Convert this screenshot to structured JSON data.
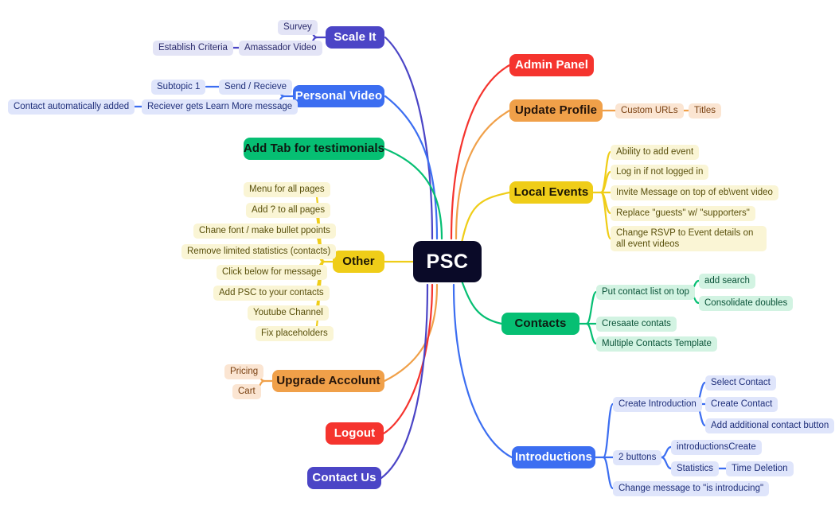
{
  "diagram": {
    "type": "mindmap",
    "title": "PSC",
    "root": {
      "label": "PSC",
      "color": "#0a0a28"
    }
  },
  "branches": {
    "scale_it": {
      "label": "Scale It",
      "color": "#4b45c6"
    },
    "personal_video": {
      "label": "Personal Video",
      "color": "#3c6ef1"
    },
    "add_tab": {
      "label": "Add Tab for testimonials",
      "color": "#06bf73"
    },
    "other": {
      "label": "Other",
      "color": "#efcd18"
    },
    "upgrade_account": {
      "label": "Upgrade Accolunt",
      "color": "#f0a049"
    },
    "logout": {
      "label": "Logout",
      "color": "#f5342e"
    },
    "contact_us": {
      "label": "Contact Us",
      "color": "#4b45c6"
    },
    "admin_panel": {
      "label": "Admin Panel",
      "color": "#f5342e"
    },
    "update_profile": {
      "label": "Update Profile",
      "color": "#f0a049"
    },
    "local_events": {
      "label": "Local Events",
      "color": "#efcd18"
    },
    "contacts": {
      "label": "Contacts",
      "color": "#06bf73"
    },
    "introductions": {
      "label": "Introductions",
      "color": "#3c6ef1"
    }
  },
  "subnodes": {
    "survey": "Survey",
    "amassador_video": "Amassador Video",
    "establish_criteria": "Establish Criteria",
    "subtopic_1": "Subtopic 1",
    "send_recieve": "Send / Recieve",
    "reciever_learn_more": "Reciever gets Learn More message",
    "contact_auto_added": "Contact automatically added",
    "menu_all_pages": "Menu for all pages",
    "add_q_all_pages": "Add ? to all pages",
    "chane_font": "Chane font / make bullet ppoints",
    "remove_limited_stats": "Remove limited statistics (contacts)",
    "click_below": "Click below for message",
    "add_psc_contacts": "Add PSC to your contacts",
    "youtube_channel": "Youtube Channel",
    "fix_placeholders": "Fix placeholders",
    "pricing": "Pricing",
    "cart": "Cart",
    "custom_urls": "Custom URLs",
    "titles": "Titles",
    "ability_add_event": "Ability to add event",
    "log_in_if_not": "Log in if not logged in",
    "invite_message": "Invite Message on top of eb\\vent video",
    "replace_guests": "Replace \"guests\" w/ \"supporters\"",
    "change_rsvp": "Change RSVP to Event details on all event videos",
    "put_contact_list": "Put contact list on top",
    "add_search": "add search",
    "consolidate_doubles": "Consolidate doubles",
    "cresaate_contats": "Cresaate contats",
    "multiple_contacts_template": "Multiple Contacts Template",
    "create_introduction": "Create Introduction",
    "select_contact": "Select Contact",
    "create_contact": "Create Contact",
    "add_additional_contact": "Add additional contact button",
    "two_buttons": "2 buttons",
    "introductions_create": "introductionsCreate",
    "statistics": "Statistics",
    "time_deletion": "Time Deletion",
    "change_message": "Change message to \"is introducing\""
  }
}
